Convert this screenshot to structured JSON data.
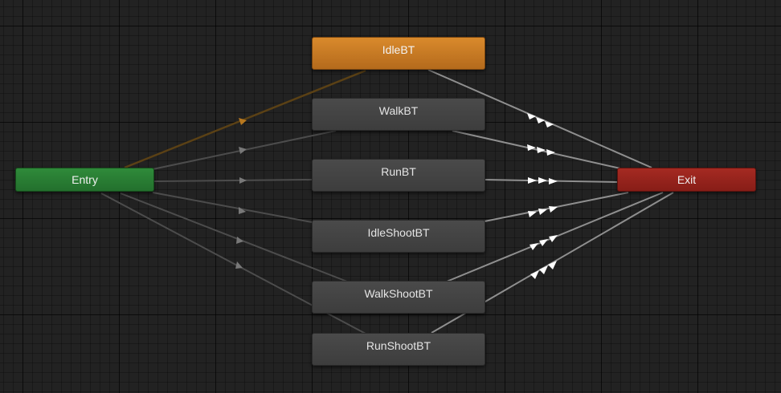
{
  "graph": {
    "entry_label": "Entry",
    "exit_label": "Exit",
    "states": [
      {
        "label": "IdleBT",
        "is_default": true
      },
      {
        "label": "WalkBT",
        "is_default": false
      },
      {
        "label": "RunBT",
        "is_default": false
      },
      {
        "label": "IdleShootBT",
        "is_default": false
      },
      {
        "label": "WalkShootBT",
        "is_default": false
      },
      {
        "label": "RunShootBT",
        "is_default": false
      }
    ]
  },
  "colors": {
    "background": "#222222",
    "default_state": "#c97a26",
    "state": "#434343",
    "entry": "#2a7d34",
    "exit": "#961f1a",
    "default_transition": "#6b4a16",
    "entry_transition": "#4e4e4e",
    "exit_transition": "#909090",
    "arrow": "#ffffff"
  }
}
